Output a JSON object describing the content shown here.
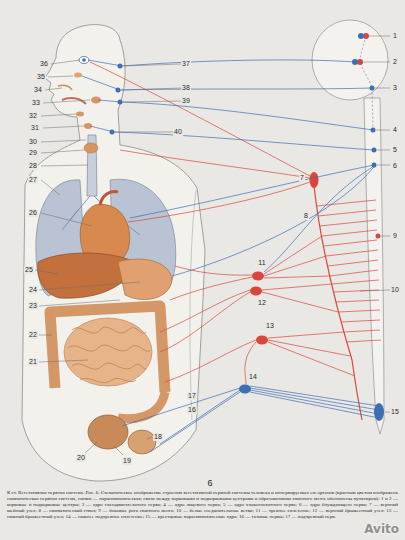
{
  "diagram": {
    "caption": "К ст. Вегетативная нервная система. Рис. 6. Схематическое изображение строения вегетативной нервной системы человека и иннервируемых ею органов (красным цветом изображена симпатическая нервная система, синим — парасимпатическая; связи между корковыми и подкорковыми центрами и образованиями спинного мозга обозначены пунктиром): 1 и 2 — корковые и подкорковые центры; 3 — ядро глазодвигательного нерва; 4 — ядро лицевого нерва; 5 — ядро языкоглоточного нерва; 6 — ядро блуждающего нерва; 7 — верхний шейный узел; 8 — симпатический ствол; 9 — боковые рога спинного мозга; 10 — белые соединительные ветви; 11 — чревное сплетение; 12 — верхний брыжеечный узел; 13 — нижний брыжеечный узел; 14 — нижнее подчревное сплетение; 15 — крестцовые парасимпатические ядра; 16 — тазовые нервы; 17 — подчревный нерв.",
    "labels": [
      "1",
      "2",
      "3",
      "4",
      "5",
      "6",
      "7",
      "8",
      "9",
      "10",
      "11",
      "12",
      "13",
      "14",
      "15",
      "16",
      "17",
      "18",
      "19",
      "20",
      "21",
      "22",
      "23",
      "24",
      "25",
      "26",
      "27",
      "28",
      "29",
      "30",
      "31",
      "32",
      "33",
      "34",
      "35",
      "36",
      "37",
      "38",
      "39",
      "40",
      "6",
      "Avito"
    ]
  }
}
